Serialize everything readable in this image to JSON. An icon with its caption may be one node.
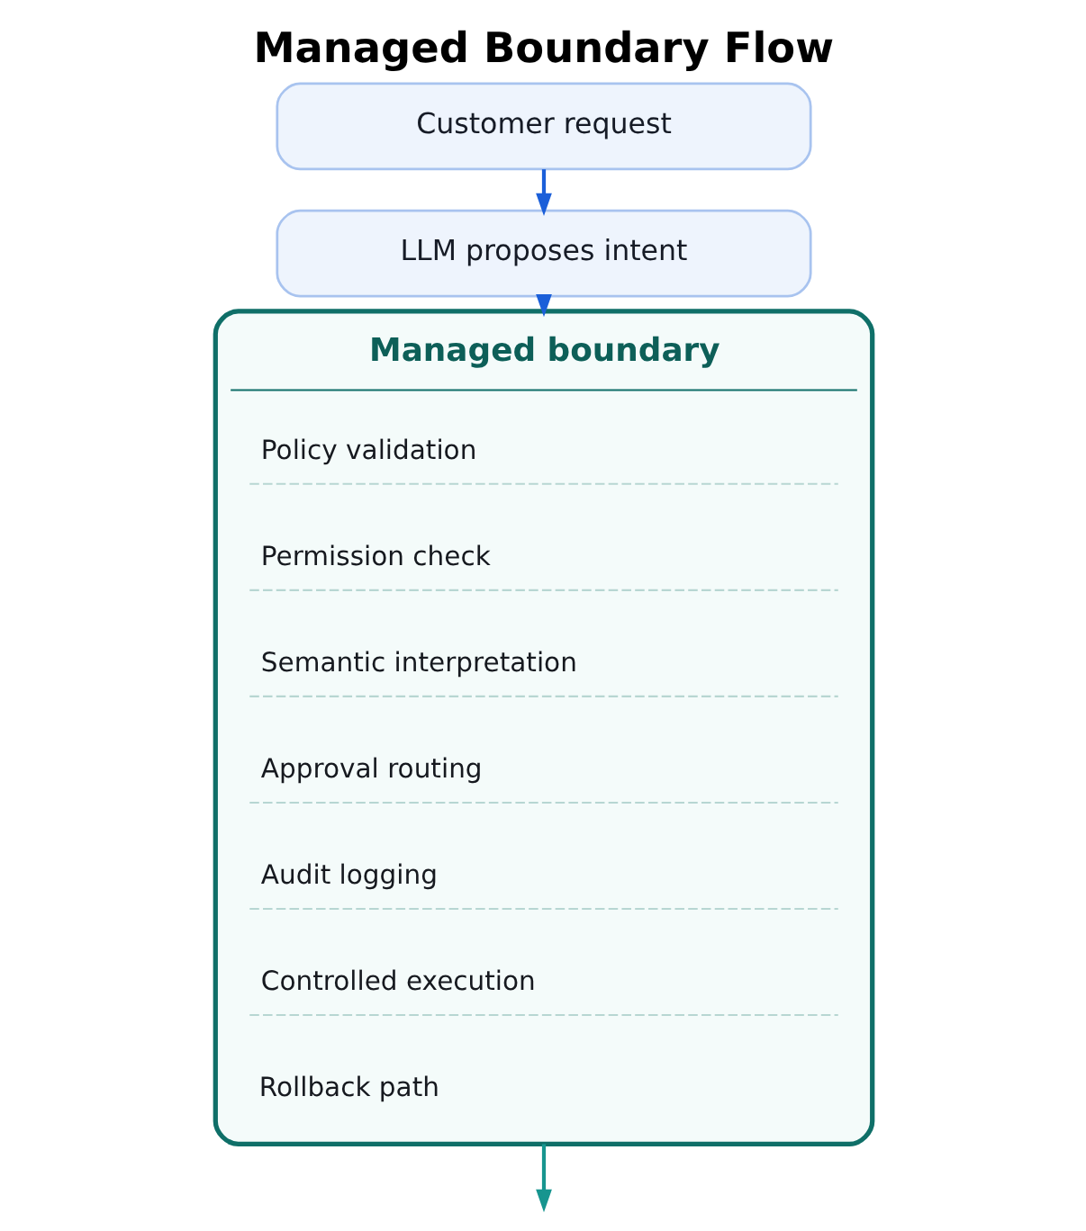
{
  "diagram": {
    "title": "Managed Boundary Flow",
    "nodes": [
      {
        "text": [
          "Customer request"
        ]
      },
      {
        "text": [
          "LLM proposes intent"
        ]
      },
      {
        "text": [
          "Managed boundary"
        ]
      },
      {
        "text": [
          "Policy validation"
        ],
        "in": 2
      },
      {
        "text": [
          "Permission check"
        ],
        "in": 2
      },
      {
        "text": [
          "Semantic interpretation"
        ],
        "in": 2
      },
      {
        "text": [
          "Approval routing"
        ],
        "in": 2
      },
      {
        "text": [
          "Audit logging"
        ],
        "in": 2
      },
      {
        "text": [
          "Controlled execution"
        ],
        "in": 2
      },
      {
        "text": [
          "Rollback path"
        ],
        "in": 2
      }
    ],
    "edges": [
      {
        "from": 0,
        "to": 1,
        "arrow": "to"
      },
      {
        "from": 1,
        "to": 2,
        "arrow": "to"
      },
      {
        "from": 2,
        "to": null,
        "arrow": "to",
        "color": "#17958f"
      }
    ]
  }
}
